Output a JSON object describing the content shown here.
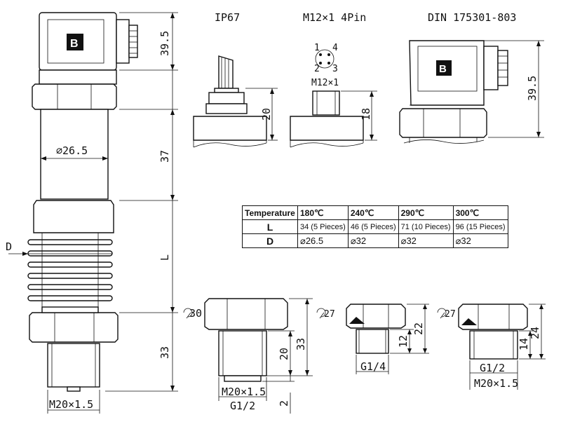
{
  "labels": {
    "ip67": "IP67",
    "m12_4pin": "M12×1 4Pin",
    "din": "DIN 175301-803",
    "connector_letter": "B",
    "pin1": "1",
    "pin2": "2",
    "pin3": "3",
    "pin4": "4",
    "m12_thread": "M12×1",
    "d_marker": "D"
  },
  "dimensions": {
    "main_connector": "39.5",
    "main_body": "37",
    "body_diameter": "⌀26.5",
    "length": "L",
    "main_thread_len": "33",
    "main_thread": "M20×1.5",
    "ip67_height": "20",
    "m12_height": "18",
    "din_height": "39.5",
    "hex1_wrench": "30",
    "hex1_h_inner": "20",
    "hex1_h_outer": "33",
    "hex1_bottom": "2",
    "hex1_thread_a": "M20×1.5",
    "hex1_thread_b": "G1/2",
    "hex2_wrench": "27",
    "hex2_h_inner": "12",
    "hex2_h_outer": "22",
    "hex2_thread": "G1/4",
    "hex3_wrench": "27",
    "hex3_h_inner": "14",
    "hex3_h_outer": "24",
    "hex3_thread_a": "G1/2",
    "hex3_thread_b": "M20×1.5"
  },
  "table": {
    "header": "Temperature",
    "temps": [
      "180℃",
      "240℃",
      "290℃",
      "300℃"
    ],
    "row_l_label": "L",
    "row_l": [
      "34 (5 Pieces)",
      "46 (5 Pieces)",
      "71 (10 Pieces)",
      "96 (15 Pieces)"
    ],
    "row_d_label": "D",
    "row_d": [
      "⌀26.5",
      "⌀32",
      "⌀32",
      "⌀32"
    ]
  }
}
